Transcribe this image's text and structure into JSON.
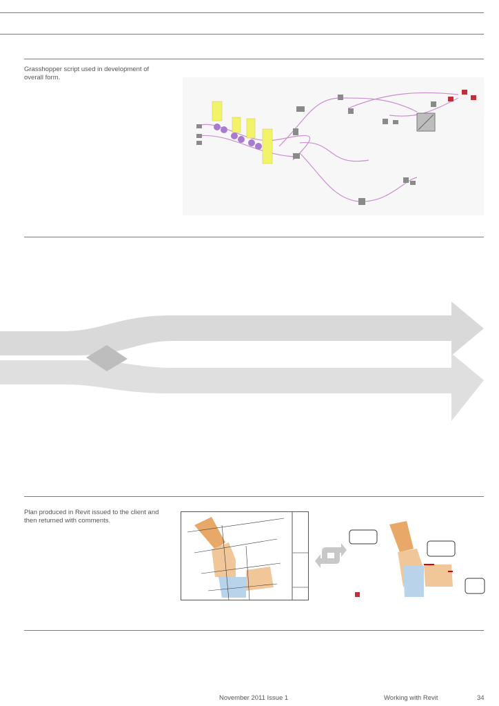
{
  "section1": {
    "caption": "Grasshopper script used in development of overall form."
  },
  "section2": {
    "caption": "Plan produced in Revit issued to the client and then returned with comments."
  },
  "footer": {
    "issue": "November 2011 Issue 1",
    "title": "Working with Revit",
    "page_number": "34"
  },
  "colors": {
    "rule": "#7a7a7a",
    "arrow": "#d9d9d9",
    "arrow_overlap": "#bdbdbd",
    "grasshopper_wire": "#c98ed0",
    "grasshopper_slider": "#f3f36a",
    "plan_orange": "#f1c79a",
    "plan_blue": "#b9d3ea"
  }
}
